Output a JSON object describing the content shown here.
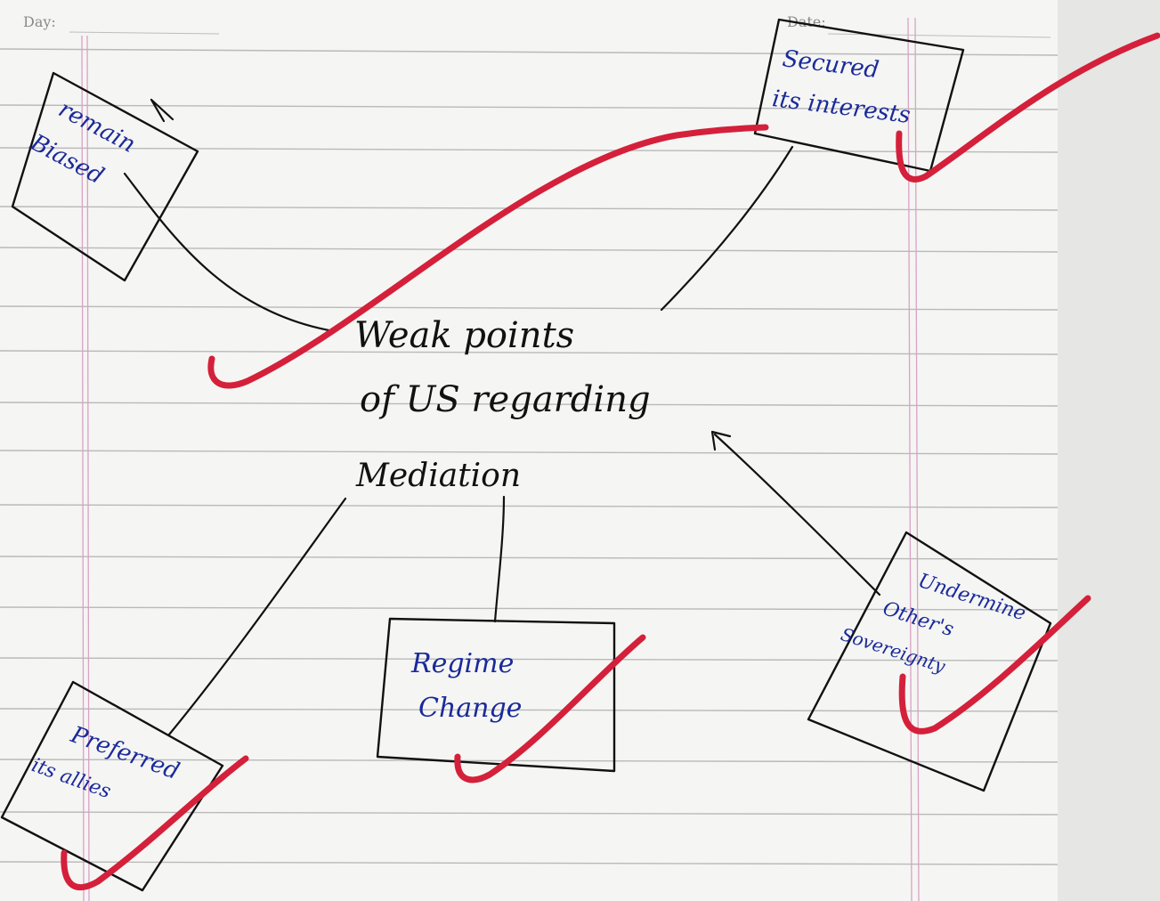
{
  "header": {
    "day_label": "Day:",
    "date_label": "Date:"
  },
  "center_topic": {
    "lines": [
      "Weak points",
      "of US regarding",
      "Mediation"
    ]
  },
  "boxes": [
    {
      "lines": [
        "remain",
        "Biased"
      ]
    },
    {
      "lines": [
        "Secured",
        "its interests"
      ]
    },
    {
      "lines": [
        "Regime",
        "Change"
      ]
    },
    {
      "lines": [
        "Undermine",
        "Other's",
        "Sovereignty"
      ]
    },
    {
      "lines": [
        "Preferred",
        "its allies"
      ]
    }
  ],
  "colors": {
    "ink_blue": "#1a2a9a",
    "ink_black": "#111111",
    "tick_red": "#d4203a",
    "ruled_line": "#b9b9b9",
    "margin_pink": "#d9a2c6"
  }
}
